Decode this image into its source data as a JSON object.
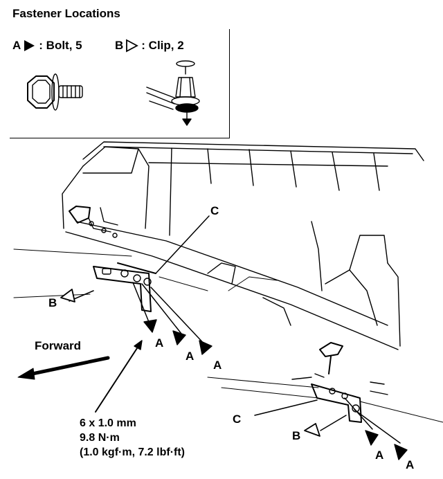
{
  "title": "Fastener Locations",
  "legend": {
    "a": {
      "letter": "A",
      "text": ": Bolt, 5",
      "marker": "filled-triangle"
    },
    "b": {
      "letter": "B",
      "text": ": Clip, 2",
      "marker": "outline-triangle"
    }
  },
  "forward_label": "Forward",
  "torque_spec": {
    "size": "6 x 1.0 mm",
    "torque_nm": "9.8 N·m",
    "torque_alt": "(1.0 kgf·m, 7.2 lbf·ft)"
  },
  "callouts": {
    "c": "C",
    "b": "B",
    "a": "A"
  },
  "icons": [
    "bolt-icon",
    "clip-icon",
    "filled-triangle-marker",
    "outline-triangle-marker",
    "forward-arrow-icon"
  ]
}
